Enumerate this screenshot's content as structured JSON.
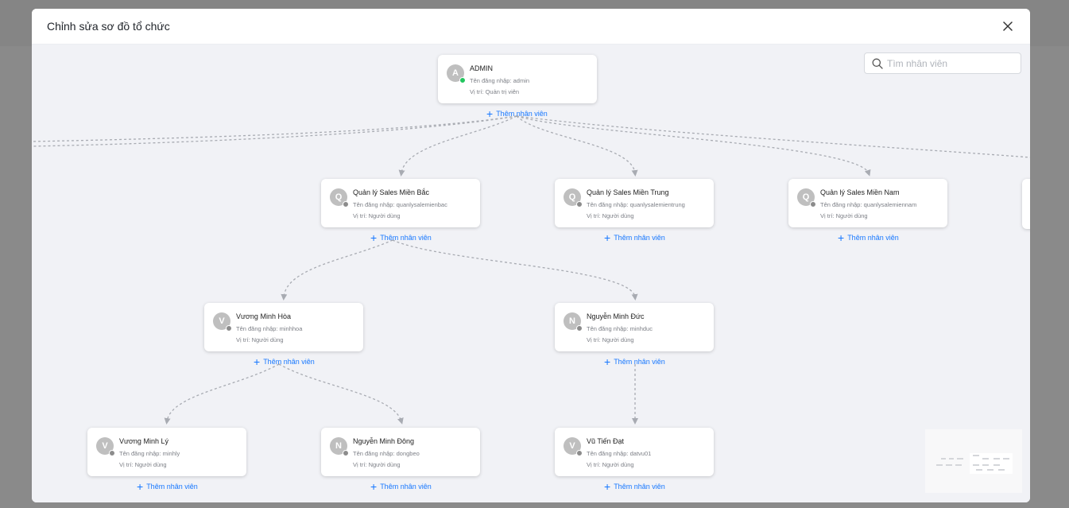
{
  "modal": {
    "title": "Chỉnh sửa sơ đồ tổ chức",
    "close_icon": "close-icon"
  },
  "search": {
    "placeholder": "Tìm nhân viên",
    "value": "",
    "icon": "search-icon"
  },
  "labels": {
    "username_prefix": "Tên đăng nhập: ",
    "position_prefix": "Vị trí: ",
    "add_employee": "Thêm nhân viên"
  },
  "colors": {
    "accent": "#1677ff",
    "online": "#22c55e",
    "offline": "#8c8c8c",
    "avatar_bg": "#bfbfbf"
  },
  "nodes": [
    {
      "initial": "A",
      "name": "ADMIN",
      "username_line": "Tên đăng nhập: admin",
      "position_line": "Vị trí: Quản trị viên",
      "status": "online"
    },
    {
      "initial": "Q",
      "name": "Quản lý Sales Miền Bắc",
      "username_line": "Tên đăng nhập: quanlysalemienbac",
      "position_line": "Vị trí: Người dùng",
      "status": "offline"
    },
    {
      "initial": "Q",
      "name": "Quản lý Sales Miền Trung",
      "username_line": "Tên đăng nhập: quanlysalemientrung",
      "position_line": "Vị trí: Người dùng",
      "status": "offline"
    },
    {
      "initial": "Q",
      "name": "Quản lý Sales Miền Nam",
      "username_line": "Tên đăng nhập: quanlysalemiennam",
      "position_line": "Vị trí: Người dùng",
      "status": "offline"
    },
    {
      "initial": "V",
      "name": "Vương Minh Hòa",
      "username_line": "Tên đăng nhập: minhhoa",
      "position_line": "Vị trí: Người dùng",
      "status": "offline"
    },
    {
      "initial": "N",
      "name": "Nguyễn Minh Đức",
      "username_line": "Tên đăng nhập: minhduc",
      "position_line": "Vị trí: Người dùng",
      "status": "offline"
    },
    {
      "initial": "V",
      "name": "Vương Minh Lý",
      "username_line": "Tên đăng nhập: minhly",
      "position_line": "Vị trí: Người dùng",
      "status": "offline"
    },
    {
      "initial": "N",
      "name": "Nguyễn Minh Đông",
      "username_line": "Tên đăng nhập: dongbeo",
      "position_line": "Vị trí: Người dùng",
      "status": "offline"
    },
    {
      "initial": "V",
      "name": "Vũ Tiến Đạt",
      "username_line": "Tên đăng nhập: datvu01",
      "position_line": "Vị trí: Người dùng",
      "status": "offline"
    }
  ]
}
